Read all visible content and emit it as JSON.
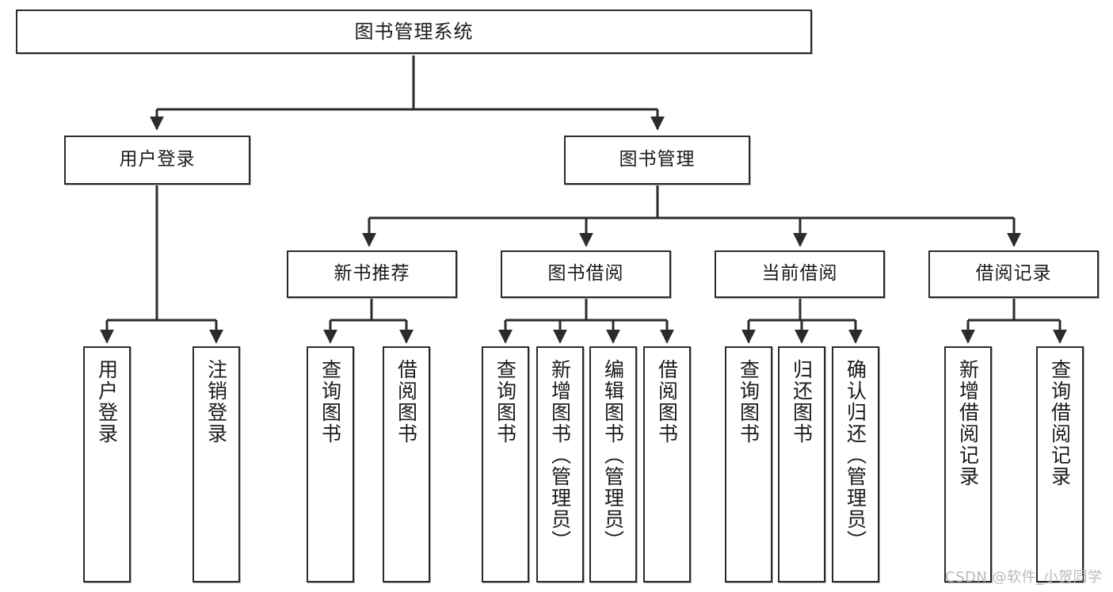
{
  "diagram": {
    "title": "图书管理系统",
    "type": "tree-hierarchy-chart",
    "orientation": "top-down",
    "edge_color": "#2b2b2b",
    "node_fill": "#ffffff",
    "node_border": "#2b2b2b",
    "watermark": "CSDN @软件_小贺同学"
  },
  "nodes": {
    "root": {
      "label": "图书管理系统",
      "level": 1
    },
    "level2": [
      {
        "id": "user-login",
        "label": "用户登录"
      },
      {
        "id": "book-manage",
        "label": "图书管理"
      }
    ],
    "level3": [
      {
        "id": "new-book-recommend",
        "label": "新书推荐"
      },
      {
        "id": "book-borrow",
        "label": "图书借阅"
      },
      {
        "id": "current-borrow",
        "label": "当前借阅"
      },
      {
        "id": "borrow-record",
        "label": "借阅记录"
      }
    ],
    "leaves": {
      "user_login": [
        {
          "id": "leaf-user-login",
          "label": "用户登录"
        },
        {
          "id": "leaf-logout-login",
          "label": "注销登录"
        }
      ],
      "new_book_recommend": [
        {
          "id": "leaf-query-book-1",
          "label": "查询图书"
        },
        {
          "id": "leaf-borrow-book-1",
          "label": "借阅图书"
        }
      ],
      "book_borrow": [
        {
          "id": "leaf-query-book-2",
          "label": "查询图书"
        },
        {
          "id": "leaf-add-book",
          "label": "新增图书（管理员）"
        },
        {
          "id": "leaf-edit-book",
          "label": "编辑图书（管理员）"
        },
        {
          "id": "leaf-borrow-book-2",
          "label": "借阅图书"
        }
      ],
      "current_borrow": [
        {
          "id": "leaf-query-book-3",
          "label": "查询图书"
        },
        {
          "id": "leaf-return-book",
          "label": "归还图书"
        },
        {
          "id": "leaf-confirm-return",
          "label": "确认归还（管理员）"
        }
      ],
      "borrow_record": [
        {
          "id": "leaf-add-record",
          "label": "新增借阅记录"
        },
        {
          "id": "leaf-query-record",
          "label": "查询借阅记录"
        }
      ]
    }
  }
}
